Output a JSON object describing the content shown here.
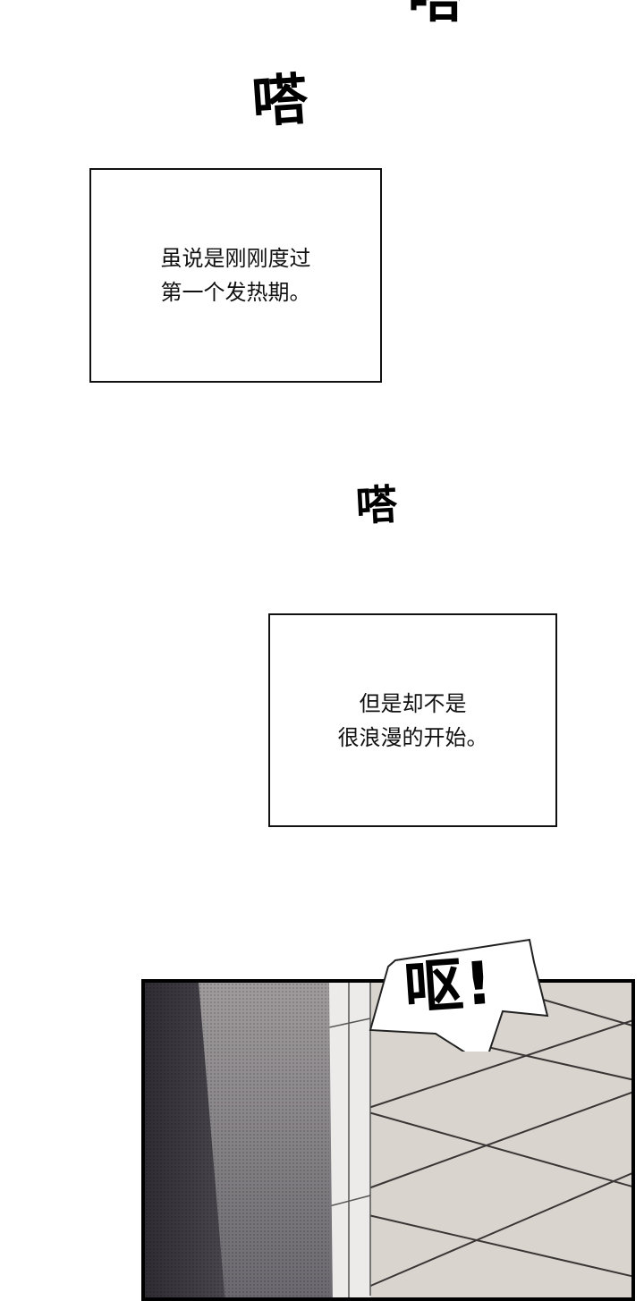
{
  "sound_effects": {
    "top_partial": "嗒",
    "first": "嗒",
    "second": "嗒"
  },
  "captions": [
    {
      "lines": [
        "虽说是刚刚度过",
        "第一个发热期。"
      ]
    },
    {
      "lines": [
        "但是却不是",
        "很浪漫的开始。"
      ]
    }
  ],
  "panel": {
    "speech_bubble": "呕!",
    "colors": {
      "floor": "#d8d3cd",
      "wall": "#77747a",
      "curtain": "#3e3b42",
      "tile_line": "#3a3636"
    }
  }
}
